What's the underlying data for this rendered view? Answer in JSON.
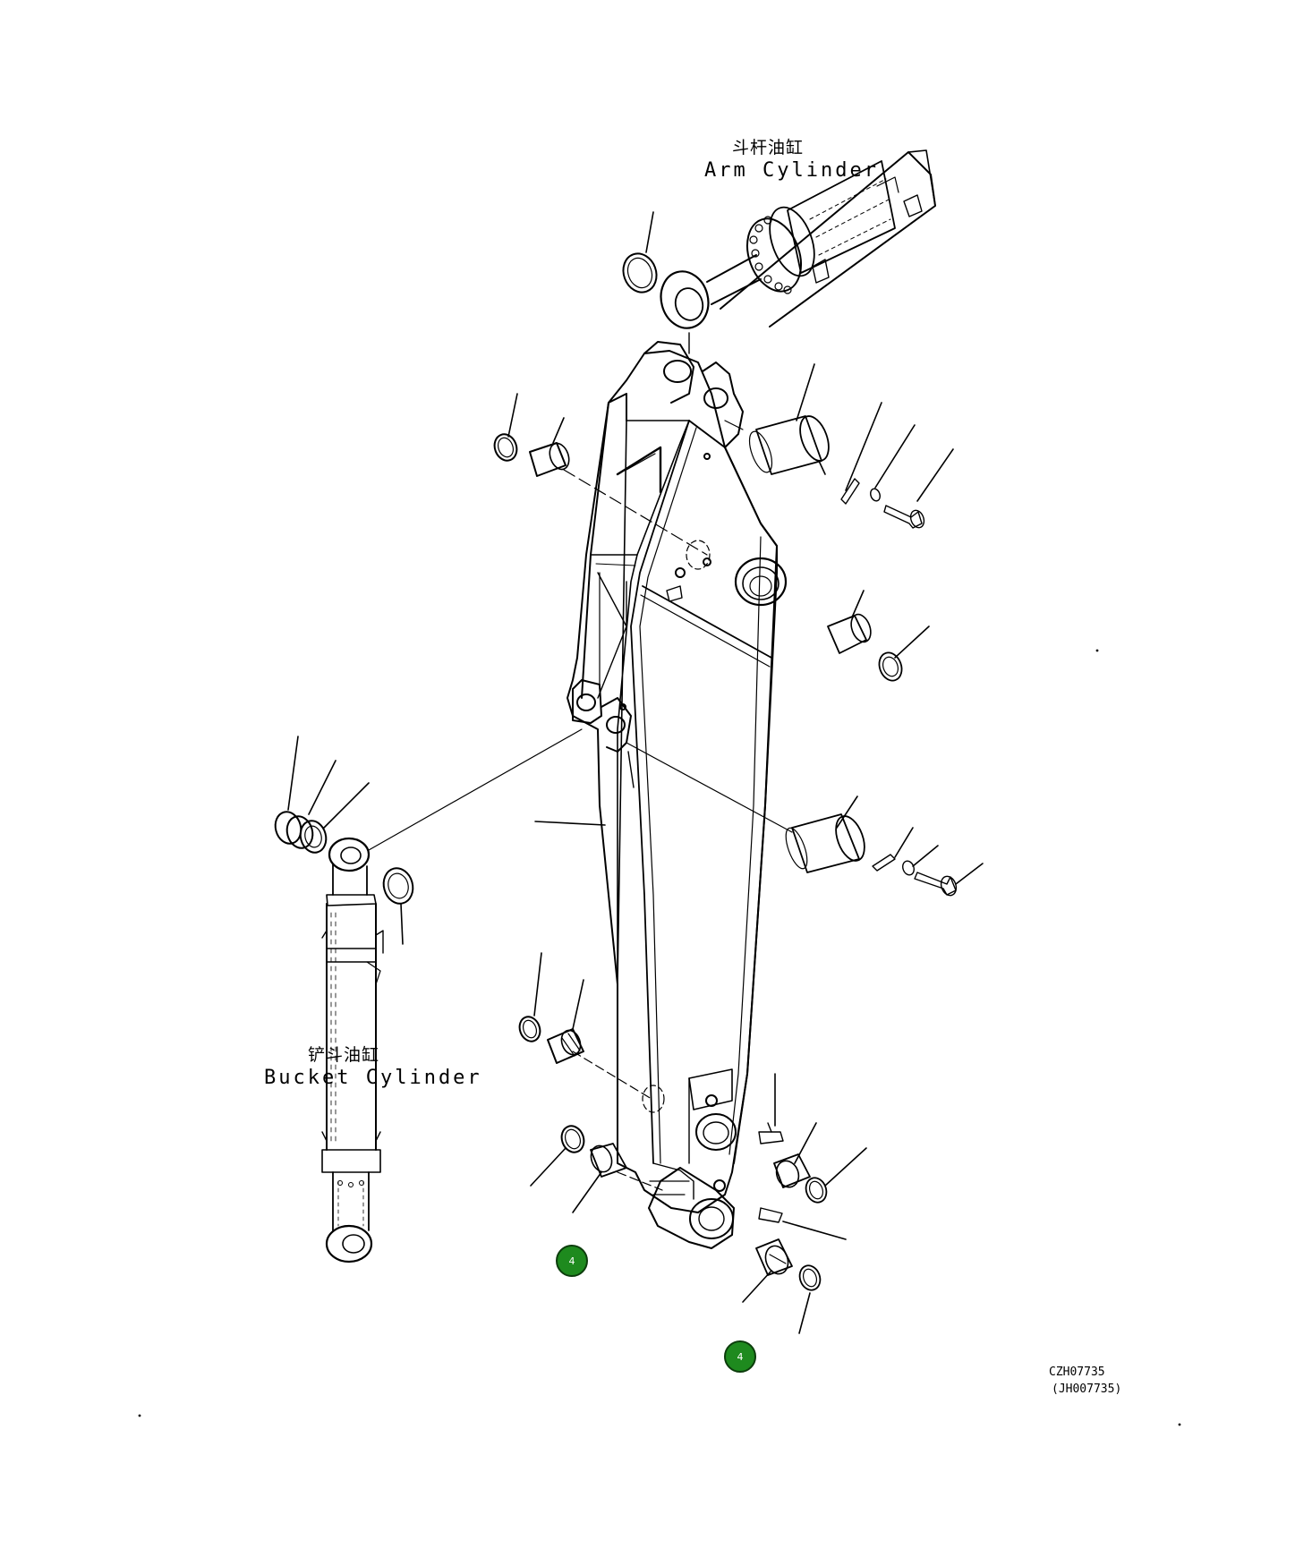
{
  "labels": {
    "arm_cylinder_cn": "斗杆油缸",
    "arm_cylinder_en": "Arm Cylinder",
    "bucket_cylinder_cn": "铲斗油缸",
    "bucket_cylinder_en": "Bucket Cylinder"
  },
  "drawing_ref": {
    "code": "CZH07735",
    "alt_code": "(JH007735)"
  },
  "callouts": [
    {
      "number": "4",
      "color": "#1e8a1e"
    },
    {
      "number": "4",
      "color": "#1e8a1e"
    }
  ]
}
